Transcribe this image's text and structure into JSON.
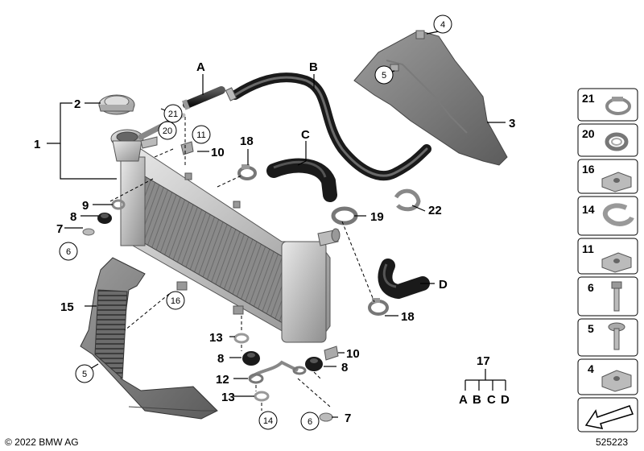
{
  "callouts": {
    "n1": "1",
    "n2": "2",
    "n3": "3",
    "n4": "4",
    "n5": "5",
    "n5b": "5",
    "n6": "6",
    "n6b": "6",
    "n7": "7",
    "n7b": "7",
    "n8": "8",
    "n8b": "8",
    "n8c": "8",
    "n9": "9",
    "n10": "10",
    "n10b": "10",
    "n11": "11",
    "n12": "12",
    "n13": "13",
    "n13b": "13",
    "n14": "14",
    "n15": "15",
    "n16": "16",
    "n17": "17",
    "n18": "18",
    "n18b": "18",
    "n19": "19",
    "n20": "20",
    "n21": "21",
    "n22": "22",
    "A": "A",
    "B": "B",
    "C": "C",
    "D": "D",
    "setA": "A",
    "setB": "B",
    "setC": "C",
    "setD": "D"
  },
  "sidebar": {
    "items": [
      {
        "label": "21",
        "icon": "hose-clamp-icon"
      },
      {
        "label": "20",
        "icon": "spring-clamp-icon"
      },
      {
        "label": "16",
        "icon": "clip-nut-icon"
      },
      {
        "label": "14",
        "icon": "circlip-icon"
      },
      {
        "label": "11",
        "icon": "clip-nut-icon"
      },
      {
        "label": "6",
        "icon": "bolt-icon"
      },
      {
        "label": "5",
        "icon": "flange-screw-icon"
      },
      {
        "label": "4",
        "icon": "clip-nut-icon"
      },
      {
        "label": "",
        "icon": "arrow-icon"
      }
    ]
  },
  "footer": {
    "copyright": "© 2022 BMW AG",
    "diagram_number": "525223"
  }
}
